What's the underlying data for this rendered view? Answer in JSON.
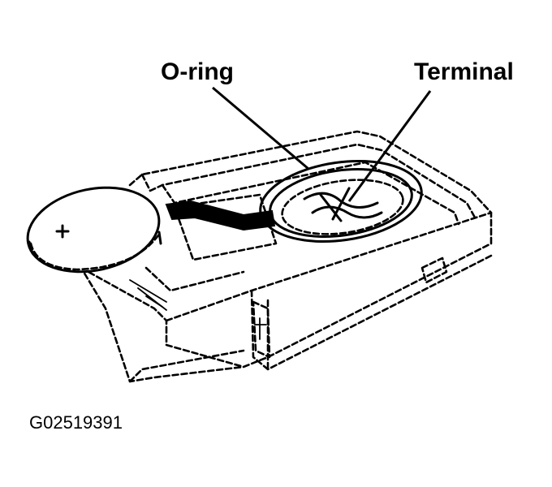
{
  "labels": {
    "oring": "O-ring",
    "terminal": "Terminal"
  },
  "figure_id": "G02519391",
  "colors": {
    "ink": "#000000",
    "background": "#ffffff"
  }
}
